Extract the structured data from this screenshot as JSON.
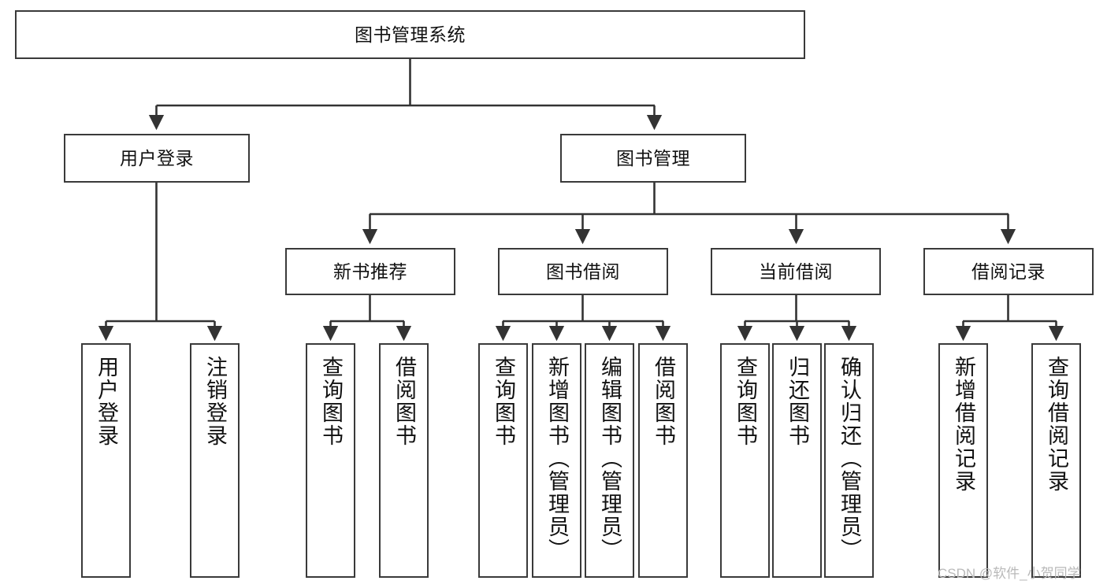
{
  "diagram": {
    "title": "图书管理系统",
    "type": "tree",
    "orientation": "top-down",
    "colors": {
      "background": "#ffffff",
      "node_fill": "#ffffff",
      "node_border": "#3a3a3a",
      "edge": "#333333",
      "text": "#111111",
      "watermark": "#b9b9b9"
    },
    "watermark": "CSDN @软件_小贺同学",
    "nodes": {
      "root": {
        "label": "图书管理系统"
      },
      "level2": [
        {
          "label": "用户登录"
        },
        {
          "label": "图书管理"
        }
      ],
      "level3": [
        {
          "label": "新书推荐"
        },
        {
          "label": "图书借阅"
        },
        {
          "label": "当前借阅"
        },
        {
          "label": "借阅记录"
        }
      ],
      "leaves": {
        "user_login": [
          {
            "label": "用户登录"
          },
          {
            "label": "注销登录"
          }
        ],
        "new_book_recommend": [
          {
            "label": "查询图书"
          },
          {
            "label": "借阅图书"
          }
        ],
        "book_borrow": [
          {
            "label": "查询图书"
          },
          {
            "label": "新增图书（管理员）"
          },
          {
            "label": "编辑图书（管理员）"
          },
          {
            "label": "借阅图书"
          }
        ],
        "current_borrow": [
          {
            "label": "查询图书"
          },
          {
            "label": "归还图书"
          },
          {
            "label": "确认归还（管理员）"
          }
        ],
        "borrow_record": [
          {
            "label": "新增借阅记录"
          },
          {
            "label": "查询借阅记录"
          }
        ]
      }
    }
  }
}
